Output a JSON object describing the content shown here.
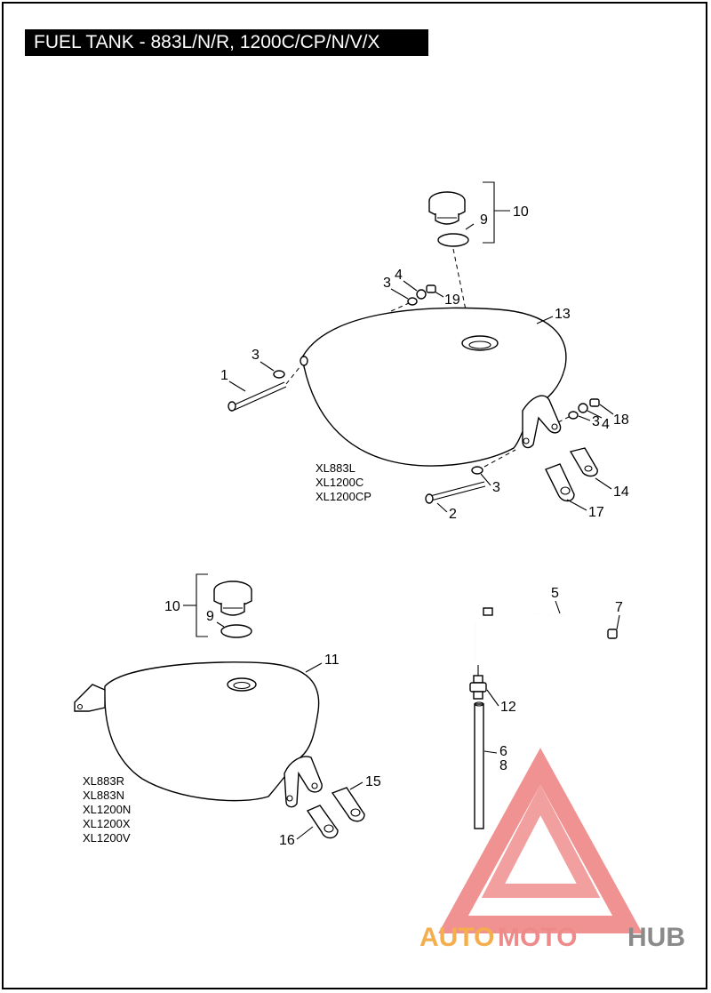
{
  "title": "FUEL TANK - 883L/N/R, 1200C/CP/N/V/X",
  "upper_assembly": {
    "models": [
      "XL883L",
      "XL1200C",
      "XL1200CP"
    ],
    "callouts": {
      "c1": "1",
      "c2": "2",
      "c3a": "3",
      "c3b": "3",
      "c3c": "3",
      "c3d": "3",
      "c4a": "4",
      "c4b": "4",
      "c9": "9",
      "c10": "10",
      "c13": "13",
      "c14": "14",
      "c17": "17",
      "c18": "18",
      "c19": "19"
    }
  },
  "lower_assembly": {
    "models": [
      "XL883R",
      "XL883N",
      "XL1200N",
      "XL1200X",
      "XL1200V"
    ],
    "callouts": {
      "c9": "9",
      "c10": "10",
      "c11": "11",
      "c15": "15",
      "c16": "16"
    }
  },
  "vent_assembly": {
    "callouts": {
      "c5": "5",
      "c7": "7",
      "c12": "12",
      "c6": "6",
      "c8": "8"
    }
  },
  "watermark": {
    "part1": "AUTO",
    "part2": "MOTO",
    "part3": "HUB",
    "colors": {
      "auto": "#f4ae4e",
      "moto": "#ef8a8a",
      "hub": "#8a8a8a",
      "logo": "#ee7f7f"
    }
  }
}
